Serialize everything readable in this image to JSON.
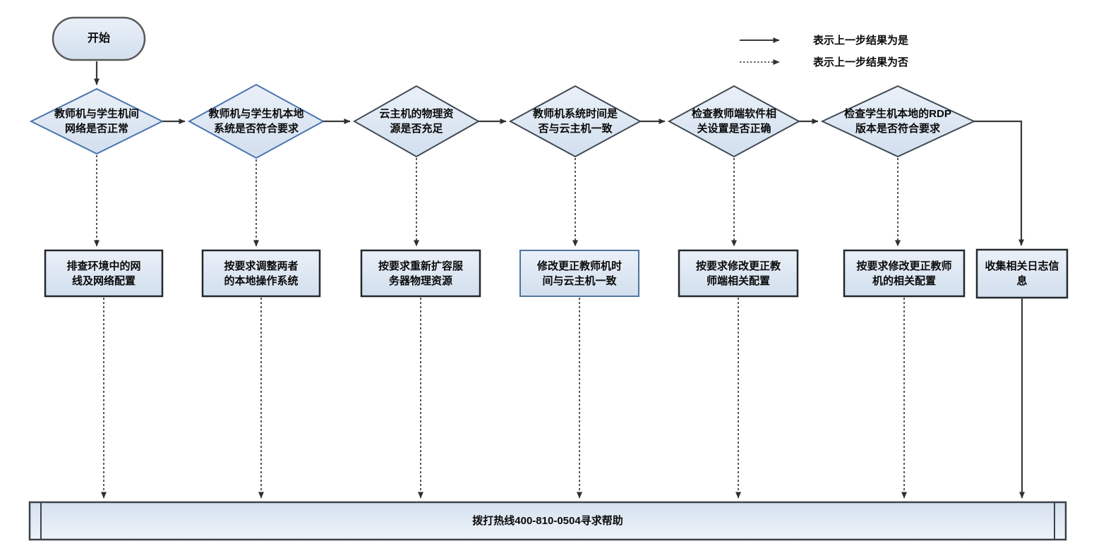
{
  "start": {
    "label": "开始"
  },
  "legend": {
    "yes_label": "表示上一步结果为是",
    "no_label": "表示上一步结果为否"
  },
  "decisions": [
    {
      "label": "教师机与学生机间网络是否正常"
    },
    {
      "label": "教师机与学生机本地系统是否符合要求"
    },
    {
      "label": "云主机的物理资源是否充足"
    },
    {
      "label": "教师机系统时间是否与云主机一致"
    },
    {
      "label": "检查教师端软件相关设置是否正确"
    },
    {
      "label": "检查学生机本地的RDP版本是否符合要求"
    }
  ],
  "actions": [
    {
      "label": "排查环境中的网线及网络配置"
    },
    {
      "label": "按要求调整两者的本地操作系统"
    },
    {
      "label": "按要求重新扩容服务器物理资源"
    },
    {
      "label": "修改更正教师机时间与云主机一致"
    },
    {
      "label": "按要求修改更正教师端相关配置"
    },
    {
      "label": "按要求修改更正教师机的相关配置"
    },
    {
      "label": "收集相关日志信息"
    }
  ],
  "hotline": {
    "label": "拨打热线400-810-0504寻求帮助"
  },
  "colors": {
    "node_fill_top": "#eaf0f8",
    "node_fill_bottom": "#d2dfee",
    "decision_border_blue": "#4a74ae",
    "border_dark": "#3f4a55",
    "rect_border": "#24282c",
    "rect_border_blue": "#51749e",
    "arrow": "#3a3a3a",
    "text": "#0a0a0a"
  }
}
